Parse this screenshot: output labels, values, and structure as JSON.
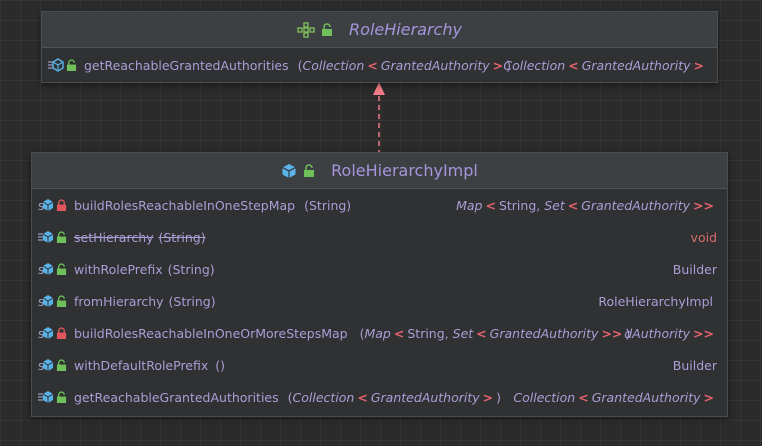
{
  "interface": {
    "name": "RoleHierarchy",
    "methods": [
      {
        "name": "getReachableGrantedAuthorities",
        "p_open": "(",
        "p_type": "Collection",
        "p_lt": "<",
        "p_arg": "GrantedAuthority",
        "p_gt": ">",
        "p_close": ")",
        "r_type": "Collection",
        "r_lt": "<",
        "r_arg": "GrantedAuthority",
        "r_gt": ">"
      }
    ]
  },
  "impl": {
    "name": "RoleHierarchyImpl",
    "rows": [
      {
        "name": "buildRolesReachableInOneStepMap",
        "params": "(String)",
        "r_t1": "Map",
        "r_lt": "<",
        "r_a1": "String",
        "r_comma": ",",
        "r_t2": "Set",
        "r_lt2": "<",
        "r_a2": "GrantedAuthority",
        "r_gt": ">>"
      },
      {
        "name": "setHierarchy",
        "params": "(String)",
        "ret": "void"
      },
      {
        "name": "withRolePrefix",
        "params": "(String)",
        "ret": "Builder"
      },
      {
        "name": "fromHierarchy",
        "params": "(String)",
        "ret": "RoleHierarchyImpl"
      },
      {
        "name": "buildRolesReachableInOneOrMoreStepsMap",
        "p_open": "(",
        "p_t1": "Map",
        "p_lt": "<",
        "p_a1": "String",
        "p_comma": ",",
        "p_t2": "Set",
        "p_lt2": "<",
        "p_a2": "GrantedAuthority",
        "p_gt": ">>",
        "p_close": ")",
        "r_a": "dAuthority",
        "r_gt": ">>"
      },
      {
        "name": "withDefaultRolePrefix",
        "params": "()",
        "ret": "Builder"
      },
      {
        "name": "getReachableGrantedAuthorities",
        "p_open": "(",
        "p_type": "Collection",
        "p_lt": "<",
        "p_arg": "GrantedAuthority",
        "p_gt": ">",
        "p_close": ")",
        "r_type": "Collection",
        "r_lt": "<",
        "r_arg": "GrantedAuthority",
        "r_gt": ">"
      }
    ]
  },
  "relation": {
    "type": "realization",
    "color": "#f07a86"
  },
  "colors": {
    "member_text": "#a99fd6",
    "generic_bracket": "#e8636c",
    "void": "#d36b6b",
    "interface_icon": "#7dbb5c",
    "class_icon": "#5ab4e8",
    "lock_public": "#6fbf5a",
    "lock_private": "#e0565b"
  },
  "icons": {
    "interface_header": "interface-icon",
    "class_header": "class-icon",
    "method": "method-icon",
    "static_method": "static-method-icon",
    "public": "public-lock-icon",
    "private": "private-lock-icon"
  }
}
